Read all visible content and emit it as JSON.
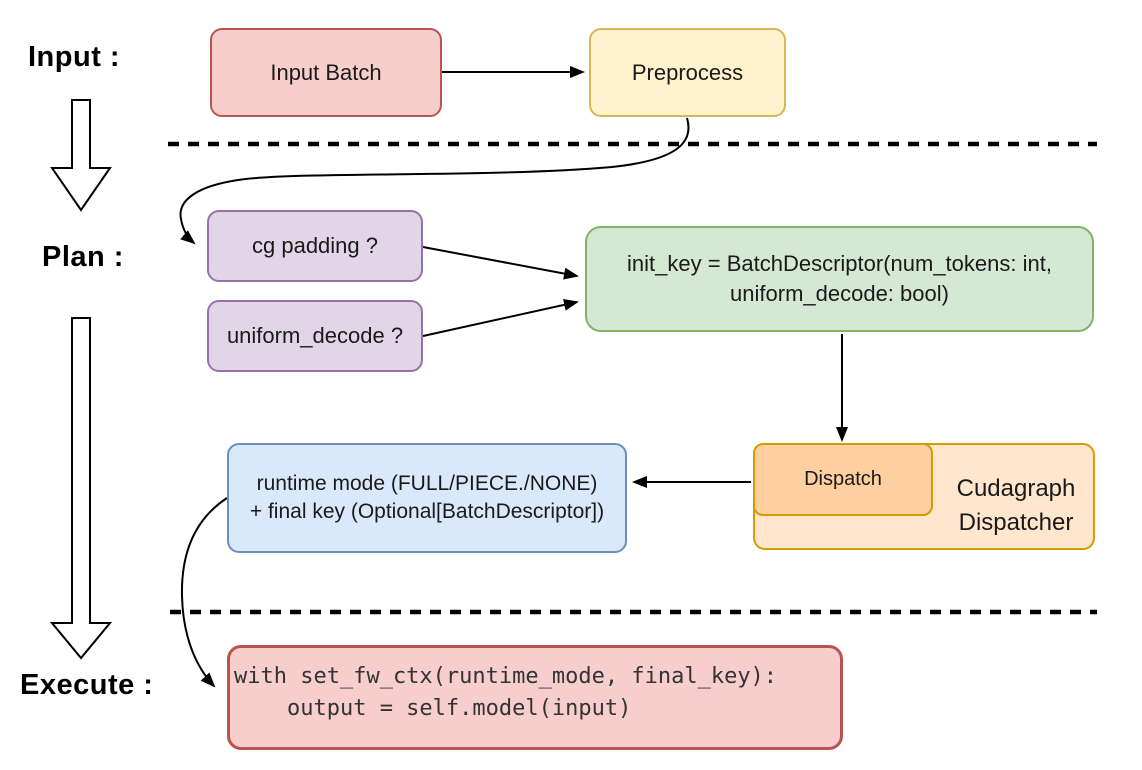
{
  "phases": [
    {
      "id": "input",
      "label": "Input :"
    },
    {
      "id": "plan",
      "label": "Plan :"
    },
    {
      "id": "execute",
      "label": "Execute :"
    }
  ],
  "nodes": {
    "input_batch": {
      "label": "Input Batch",
      "fill": "#F8CECC",
      "stroke": "#B85450"
    },
    "preprocess": {
      "label": "Preprocess",
      "fill": "#FFF2CC",
      "stroke": "#D6B656"
    },
    "cg_padding": {
      "label": "cg padding ?",
      "fill": "#E1D5E7",
      "stroke": "#9673A6"
    },
    "uniform_decode": {
      "label": "uniform_decode ?",
      "fill": "#E1D5E7",
      "stroke": "#9673A6"
    },
    "init_key": {
      "line1": "init_key = BatchDescriptor(num_tokens: int,",
      "line2": "uniform_decode: bool)",
      "fill": "#D5E8D4",
      "stroke": "#82B366"
    },
    "runtime_mode": {
      "line1": "runtime mode (FULL/PIECE./NONE)",
      "line2": "+ final key (Optional[BatchDescriptor])",
      "fill": "#DAE8FC",
      "stroke": "#6C8EBF"
    },
    "cudagraph_dispatcher": {
      "line1": "Cudagraph",
      "line2": "Dispatcher",
      "fill": "#FFE6CC",
      "stroke": "#D79B00"
    },
    "dispatch": {
      "label": "Dispatch",
      "fill": "#FFCFA0",
      "stroke": "#D79B00"
    },
    "execute_code": {
      "line1": "with set_fw_ctx(runtime_mode, final_key):",
      "line2": "    output = self.model(input)",
      "fill": "#F8CECC",
      "stroke": "#B85450"
    }
  },
  "connections": [
    {
      "from": "input_batch",
      "to": "preprocess"
    },
    {
      "from": "preprocess",
      "to": "cg_padding"
    },
    {
      "from": "cg_padding",
      "to": "init_key"
    },
    {
      "from": "uniform_decode",
      "to": "init_key"
    },
    {
      "from": "init_key",
      "to": "dispatch"
    },
    {
      "from": "dispatch",
      "to": "runtime_mode"
    },
    {
      "from": "runtime_mode",
      "to": "execute_code"
    },
    {
      "from": "input-phase",
      "to": "plan-phase"
    },
    {
      "from": "plan-phase",
      "to": "execute-phase"
    }
  ],
  "line_color": "#000000"
}
